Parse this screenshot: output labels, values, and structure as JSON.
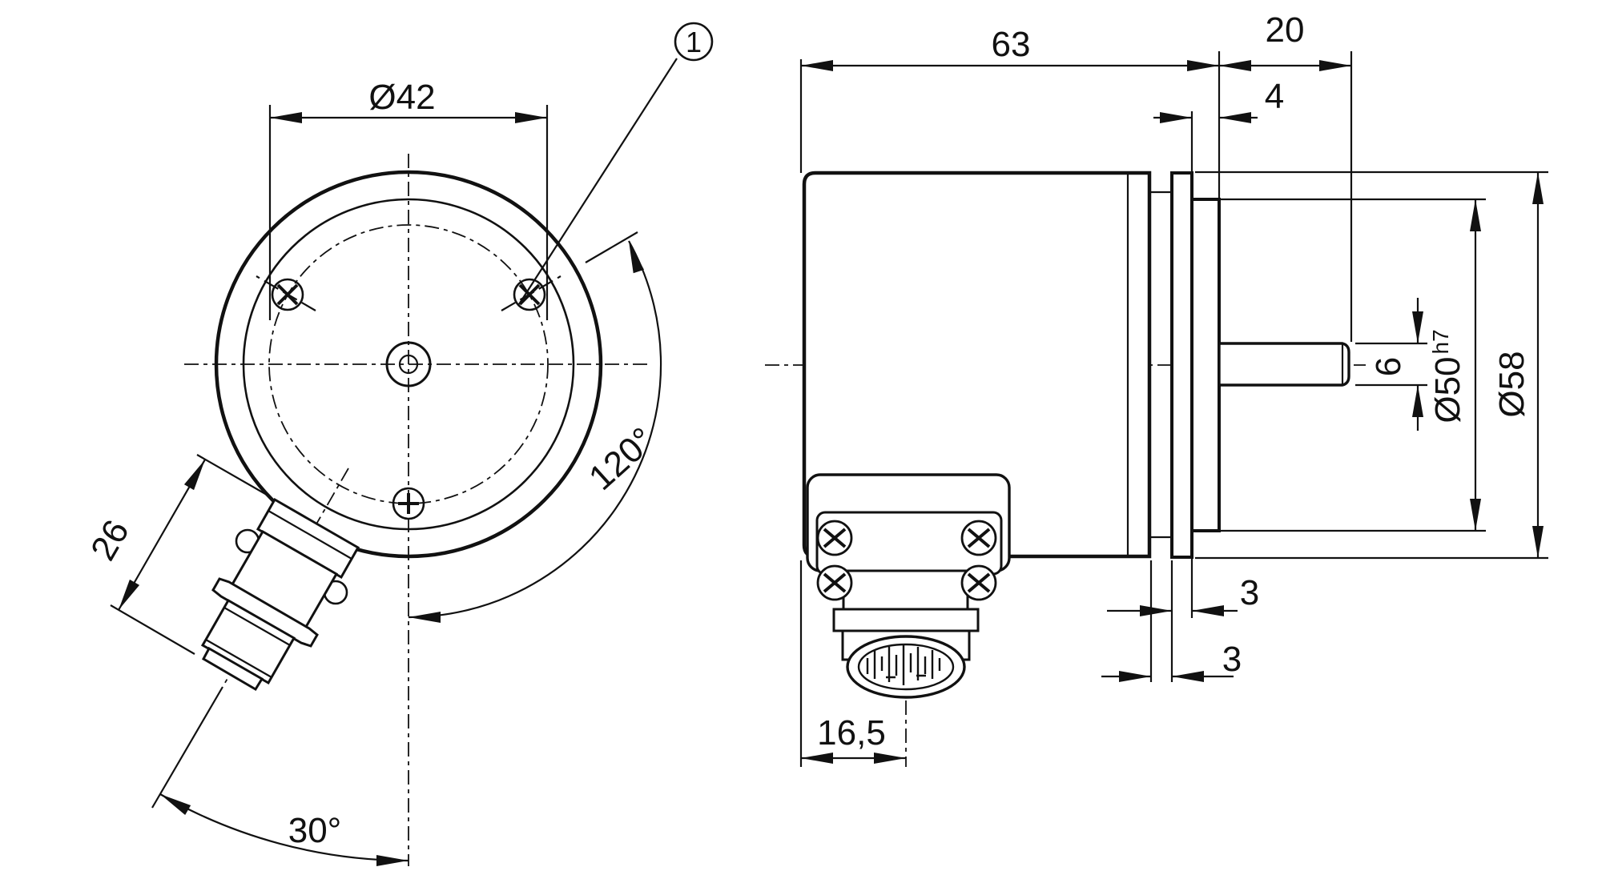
{
  "drawing": {
    "title": "encoder-dimensional-drawing",
    "colors": {
      "line": "#111111",
      "background": "#ffffff"
    }
  },
  "left_view": {
    "dims": {
      "bolt_circle": "Ø42",
      "connector_length": "26",
      "mount_angle": "30°",
      "screw_spacing": "120°"
    },
    "callout": {
      "number": "1"
    }
  },
  "right_view": {
    "dims": {
      "total_length": "63",
      "shaft_protrusion": "20",
      "spigot_length": "4",
      "groove_front": "3",
      "groove_rear": "3",
      "connector_offset": "16,5",
      "shaft_diameter": "6",
      "spigot_diameter": "Ø50",
      "fit_tolerance": "h7",
      "housing_diameter": "Ø58"
    }
  }
}
